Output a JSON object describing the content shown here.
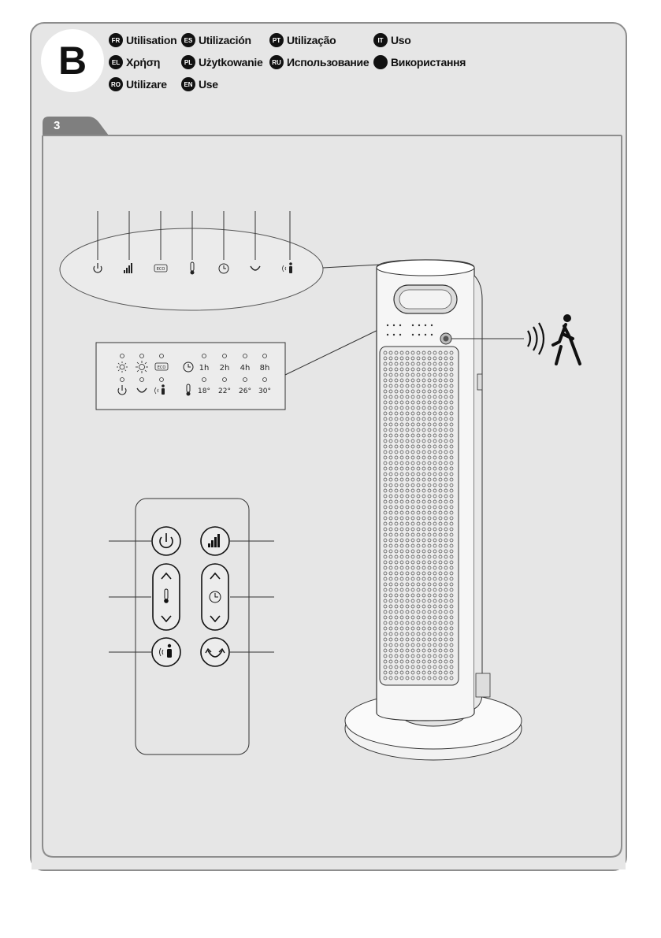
{
  "header": {
    "letter": "B",
    "languages": [
      {
        "code": "FR",
        "label": "Utilisation"
      },
      {
        "code": "ES",
        "label": "Utilización"
      },
      {
        "code": "PT",
        "label": "Utilização"
      },
      {
        "code": "IT",
        "label": "Uso"
      },
      {
        "code": "EL",
        "label": "Χρήση"
      },
      {
        "code": "PL",
        "label": "Użytkowanie"
      },
      {
        "code": "RU",
        "label": "Использование"
      },
      {
        "code": "",
        "label": "Використання"
      },
      {
        "code": "RO",
        "label": "Utilizare"
      },
      {
        "code": "EN",
        "label": "Use"
      }
    ]
  },
  "section": {
    "number": "3"
  },
  "panel": {
    "timer_labels": [
      "1h",
      "2h",
      "4h",
      "8h"
    ],
    "temp_labels": [
      "18°",
      "22°",
      "26°",
      "30°"
    ],
    "eco_label": "ECO"
  },
  "icons": {
    "callout_icons": [
      "power-icon",
      "fan-speed-icon",
      "eco-icon",
      "thermometer-icon",
      "timer-icon",
      "oscillation-icon",
      "presence-sensor-icon"
    ],
    "remote_buttons": [
      "power-icon",
      "fan-speed-icon",
      "thermometer-icon",
      "timer-icon",
      "presence-sensor-icon",
      "oscillation-icon"
    ]
  }
}
